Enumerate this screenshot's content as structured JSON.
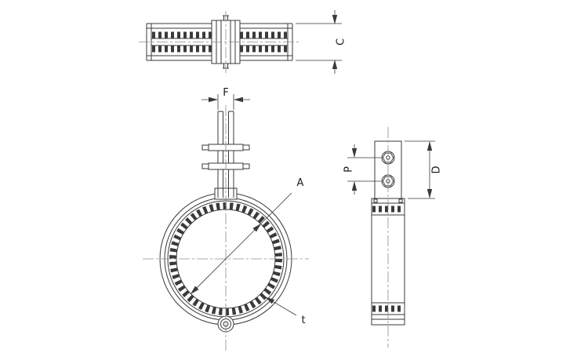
{
  "labels": {
    "band_width": "C",
    "rod_gap": "F",
    "inner_diameter": "A",
    "liner_thickness": "t",
    "bolt_pitch": "P",
    "plate_height": "D"
  },
  "colors": {
    "line": "#3a3a3a",
    "centerline": "#8c8c8c",
    "background": "#ffffff"
  }
}
